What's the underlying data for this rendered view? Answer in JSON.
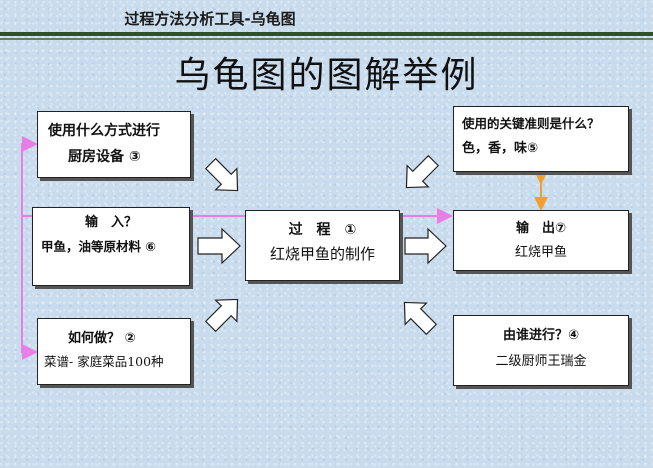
{
  "header": {
    "title": "过程方法分析工具-乌龟图"
  },
  "main_title": "乌龟图的图解举例",
  "boxes": {
    "method": {
      "line1": "使用什么方式进行",
      "line2": "厨房设备 ③"
    },
    "input": {
      "line1": "输　入？",
      "line2": "甲鱼，油等原材料 ⑥"
    },
    "how": {
      "line1": "如何做？ ②",
      "line2": "菜谱- 家庭菜品100种"
    },
    "process": {
      "line1": "过　程　①",
      "line2": "红烧甲鱼的制作"
    },
    "criteria": {
      "line1": "使用的关键准则是什么？",
      "line2": "色，香，味⑤"
    },
    "output": {
      "line1": "输　出⑦",
      "line2": "红烧甲鱼"
    },
    "who": {
      "line1": "由谁进行？④",
      "line2": "二级厨师王瑞金"
    }
  },
  "colors": {
    "background": "#c9dcee",
    "pink_line": "#e87fe6",
    "orange_arrow": "#f0a030",
    "header_rule": "#2f4f2f"
  }
}
